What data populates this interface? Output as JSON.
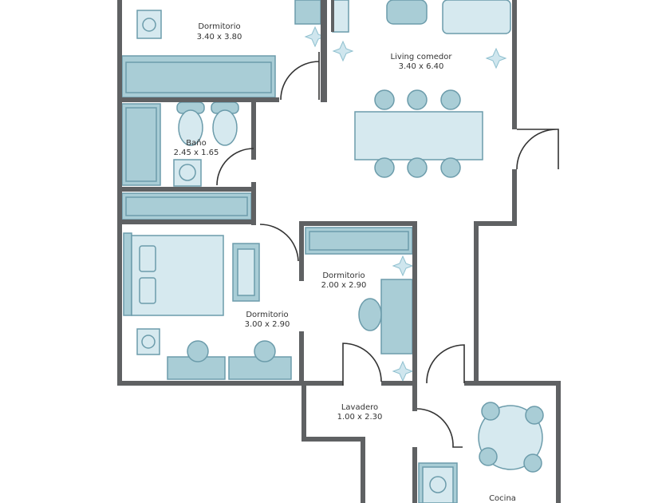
{
  "plan": {
    "rooms": [
      {
        "name": "Dormitorio",
        "size": "3.40 x 3.80"
      },
      {
        "name": "Living comedor",
        "size": "3.40 x 6.40"
      },
      {
        "name": "Baño",
        "size": "2.45 x 1.65"
      },
      {
        "name": "Dormitorio",
        "size": "2.00 x 2.90"
      },
      {
        "name": "Dormitorio",
        "size": "3.00 x 2.90"
      },
      {
        "name": "Lavadero",
        "size": "1.00 x 2.30"
      },
      {
        "name": "Cocina",
        "size": ""
      }
    ],
    "colors": {
      "wall": "#5f6163",
      "furniture": "#a9cdd6",
      "furniture_light": "#d6e9ef"
    }
  }
}
